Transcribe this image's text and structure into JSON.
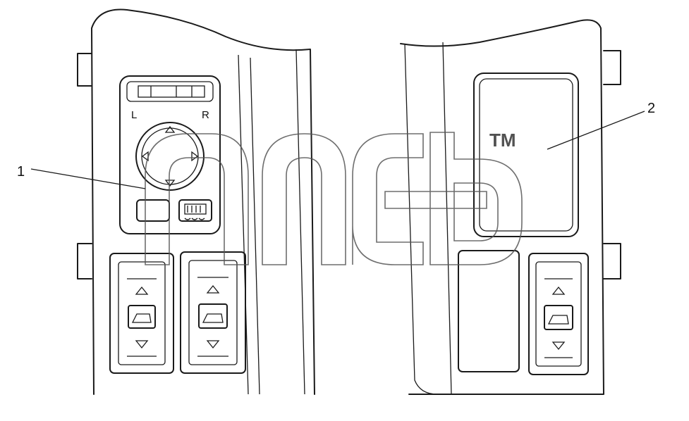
{
  "callouts": [
    {
      "label": "1"
    },
    {
      "label": "2"
    }
  ],
  "mirror_selector": {
    "left_label": "L",
    "right_label": "R"
  },
  "watermark": {
    "trademark": "TM"
  }
}
